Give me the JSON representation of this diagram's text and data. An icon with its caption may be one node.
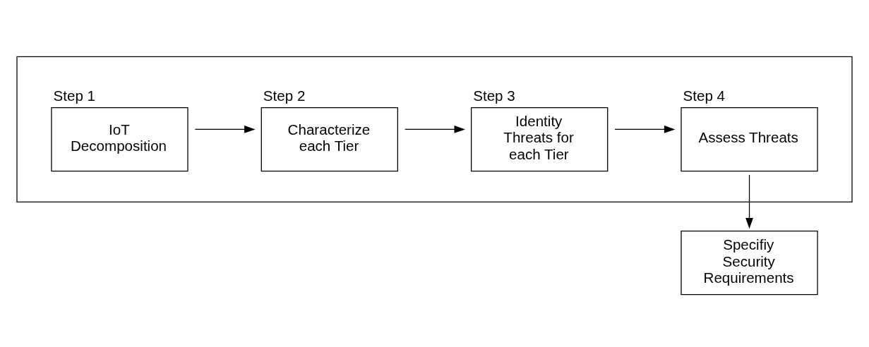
{
  "diagram": {
    "nodes": [
      {
        "text": [],
        "shape": "box"
      },
      {
        "text": [
          "Step 1",
          "IoT Decomposition"
        ],
        "in": 0
      },
      {
        "text": [
          "Step 2",
          "Characterize each Tier"
        ],
        "in": 0
      },
      {
        "text": [
          "Step 3",
          "Identity Threats for each Tier"
        ],
        "in": 0
      },
      {
        "text": [
          "Step 4",
          "Assess Threats"
        ],
        "in": 0
      },
      {
        "text": [
          "Specifiy Security Requirements"
        ]
      }
    ],
    "edges": [
      {
        "from": 1,
        "to": 2,
        "arrow": "to"
      },
      {
        "from": 2,
        "to": 3,
        "arrow": "to"
      },
      {
        "from": 3,
        "to": 4,
        "arrow": "to"
      },
      {
        "from": 4,
        "to": 5,
        "arrow": "to"
      }
    ]
  }
}
